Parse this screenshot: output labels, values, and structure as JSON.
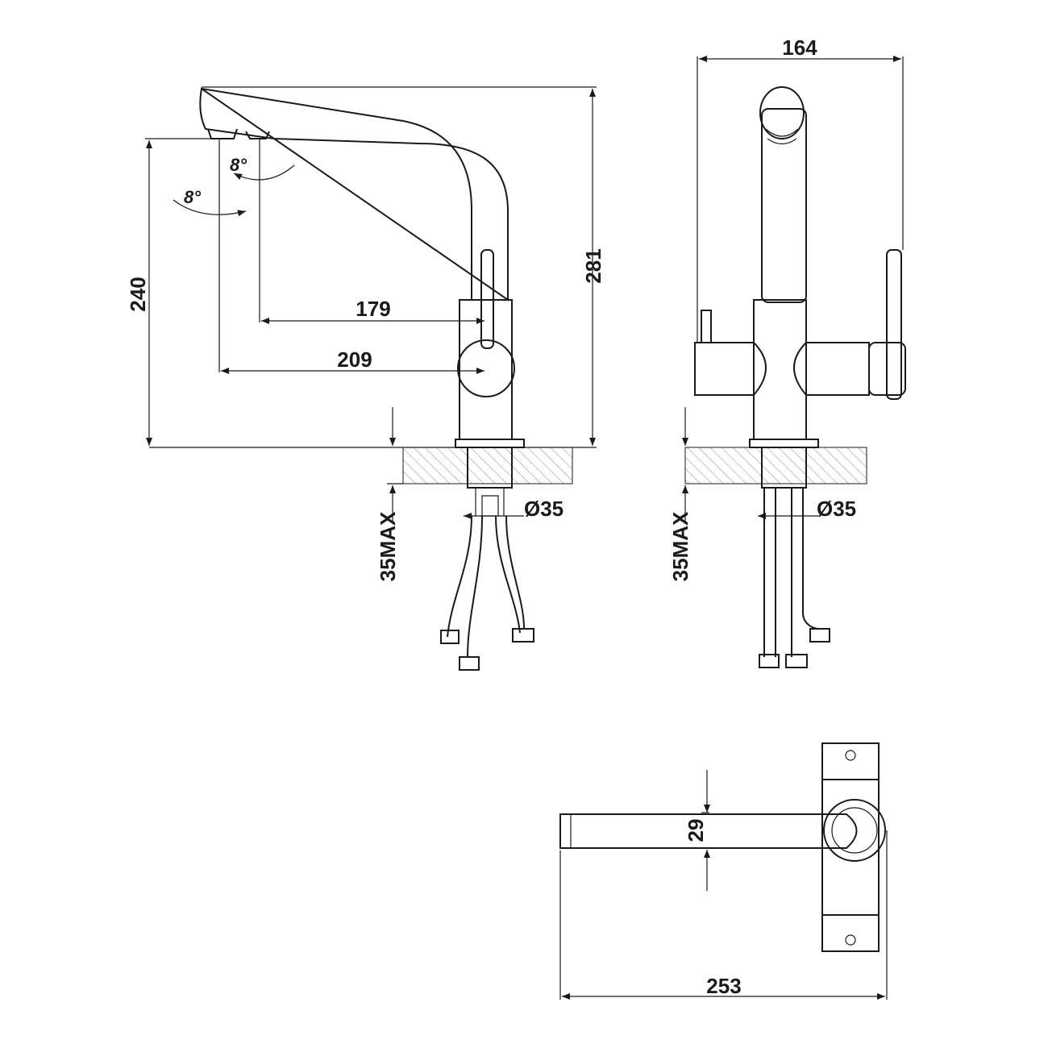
{
  "drawing": {
    "side_view": {
      "height_total": "281",
      "spout_height": "240",
      "reach_inner": "179",
      "reach_outer": "209",
      "angle_1": "8°",
      "angle_2": "8°",
      "hole_diameter": "Ø35",
      "max_thickness": "35MAX"
    },
    "front_view": {
      "width": "164",
      "hole_diameter": "Ø35",
      "max_thickness": "35MAX"
    },
    "top_view": {
      "spout_width": "29",
      "length": "253"
    }
  }
}
